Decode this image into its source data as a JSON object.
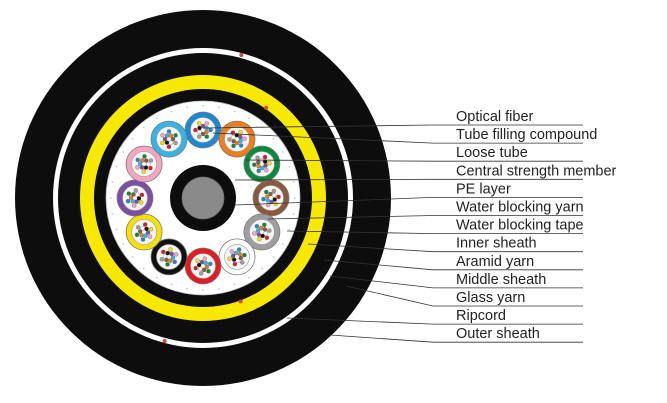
{
  "diagram": {
    "labels": [
      "Optical fiber",
      "Tube filling compound",
      "Loose tube",
      "Central strength member",
      "PE layer",
      "Water blocking yarn",
      "Water blocking tape",
      "Inner sheath",
      "Aramid yarn",
      "Middle sheath",
      "Glass yarn",
      "Ripcord",
      "Outer sheath"
    ],
    "loose_tube_colors": [
      "#1e88d0",
      "#ef7d1a",
      "#0a8a3c",
      "#8b5a3c",
      "#9e9e9e",
      "#ffffff",
      "#e31b23",
      "#111111",
      "#f7e000",
      "#7b4fa3",
      "#f4a6c0",
      "#36b5e5"
    ],
    "fiber_colors": [
      "#1e88d0",
      "#ef7d1a",
      "#0a8a3c",
      "#8b5a3c",
      "#9e9e9e",
      "#ffffff",
      "#e31b23",
      "#111111",
      "#f7e000",
      "#7b4fa3",
      "#f4a6c0",
      "#36b5e5"
    ],
    "layer_colors": {
      "outer_sheath": "#0d0d0d",
      "glass_yarn": "#ffffff",
      "middle_sheath": "#0d0d0d",
      "aramid_yarn": "#f7e800",
      "inner_sheath": "#0d0d0d",
      "water_blocking_tape": "#ffffff",
      "central_member": "#8a8a8a",
      "leader_line": "#333333",
      "ripcord": "#d9452e"
    }
  }
}
